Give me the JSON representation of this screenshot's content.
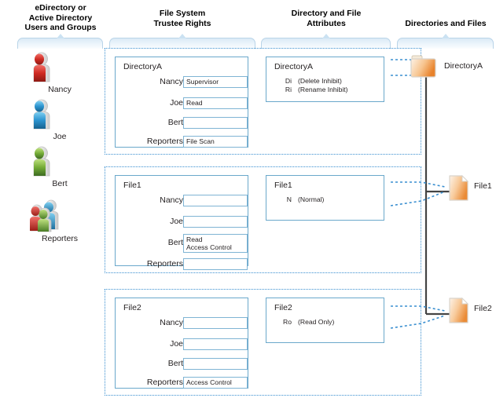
{
  "columns": [
    {
      "id": "users",
      "title": "eDirectory or\nActive Directory\nUsers and Groups"
    },
    {
      "id": "rights",
      "title": "File System\nTrustee Rights"
    },
    {
      "id": "attributes",
      "title": "Directory and File\nAttributes"
    },
    {
      "id": "objects",
      "title": "Directories and Files"
    }
  ],
  "users": [
    {
      "label": "Nancy",
      "icon": "single-person-icon",
      "color": "#e0382f"
    },
    {
      "label": "Joe",
      "icon": "single-person-icon",
      "color": "#2b9fd8"
    },
    {
      "label": "Bert",
      "icon": "single-person-icon",
      "color": "#7fba3d"
    },
    {
      "label": "Reporters",
      "icon": "group-of-people-icon",
      "color": "#9a9a9a"
    }
  ],
  "trustee_panels": [
    {
      "title": "DirectoryA",
      "rows": [
        {
          "name": "Nancy",
          "rights": "Supervisor"
        },
        {
          "name": "Joe",
          "rights": "Read"
        },
        {
          "name": "Bert",
          "rights": ""
        },
        {
          "name": "Reporters",
          "rights": "File Scan"
        }
      ]
    },
    {
      "title": "File1",
      "rows": [
        {
          "name": "Nancy",
          "rights": ""
        },
        {
          "name": "Joe",
          "rights": ""
        },
        {
          "name": "Bert",
          "rights": "Read\nAccess Control"
        },
        {
          "name": "Reporters",
          "rights": ""
        }
      ]
    },
    {
      "title": "File2",
      "rows": [
        {
          "name": "Nancy",
          "rights": ""
        },
        {
          "name": "Joe",
          "rights": ""
        },
        {
          "name": "Bert",
          "rights": ""
        },
        {
          "name": "Reporters",
          "rights": "Access Control"
        }
      ]
    }
  ],
  "attribute_panels": [
    {
      "title": "DirectoryA",
      "attrs": [
        {
          "code": "Di",
          "desc": "(Delete Inhibit)"
        },
        {
          "code": "Ri",
          "desc": "(Rename Inhibit)"
        }
      ]
    },
    {
      "title": "File1",
      "attrs": [
        {
          "code": "N",
          "desc": "(Normal)"
        }
      ]
    },
    {
      "title": "File2",
      "attrs": [
        {
          "code": "Ro",
          "desc": "(Read Only)"
        }
      ]
    }
  ],
  "objects": [
    {
      "label": "DirectoryA",
      "icon": "folder-icon"
    },
    {
      "label": "File1",
      "icon": "file-icon"
    },
    {
      "label": "File2",
      "icon": "file-icon"
    }
  ],
  "colors": {
    "bracket_border": "#b9d4e8",
    "group_dotted": "#3a8fd0",
    "panel_border": "#6aa8cb",
    "field_border": "#7fb4d4",
    "connector": "#3a8fd0",
    "tree_line": "#444444",
    "icon_orange": "#f0a055",
    "text": "#231f20"
  }
}
